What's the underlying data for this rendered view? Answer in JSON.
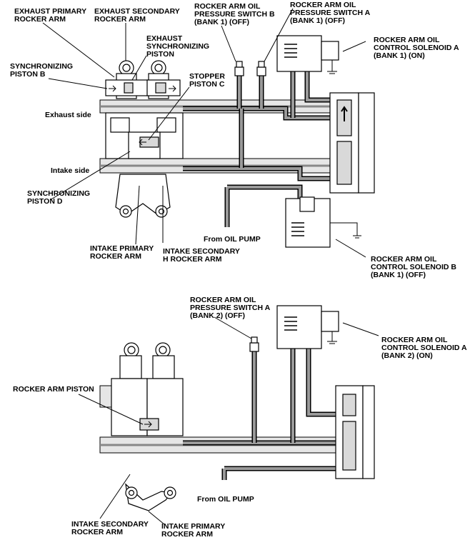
{
  "diagram": {
    "top": {
      "labels": {
        "exhaust_primary_1": "EXHAUST PRIMARY",
        "exhaust_primary_2": "ROCKER ARM",
        "exhaust_secondary_1": "EXHAUST SECONDARY",
        "exhaust_secondary_2": "ROCKER ARM",
        "exhaust_sync_1": "EXHAUST",
        "exhaust_sync_2": "SYNCHRONIZING",
        "exhaust_sync_3": "PISTON",
        "sync_b_1": "SYNCHRONIZING",
        "sync_b_2": "PISTON B",
        "stopper_c_1": "STOPPER",
        "stopper_c_2": "PISTON C",
        "exhaust_side": "Exhaust side",
        "intake_side": "Intake side",
        "sync_d_1": "SYNCHRONIZING",
        "sync_d_2": "PISTON D",
        "switch_b_1": "ROCKER ARM OIL",
        "switch_b_2": "PRESSURE SWITCH B",
        "switch_b_3": "(BANK 1) (OFF)",
        "switch_a_1": "ROCKER ARM OIL",
        "switch_a_2": "PRESSURE SWITCH A",
        "switch_a_3": "(BANK 1) (OFF)",
        "solenoid_a_1": "ROCKER ARM OIL",
        "solenoid_a_2": "CONTROL SOLENOID A",
        "solenoid_a_3": "(BANK 1) (ON)",
        "from_oil_pump": "From OIL PUMP",
        "intake_primary_1": "INTAKE PRIMARY",
        "intake_primary_2": "ROCKER ARM",
        "intake_secondary_1": "INTAKE SECONDARY",
        "intake_secondary_2": "H ROCKER ARM",
        "solenoid_b_1": "ROCKER ARM OIL",
        "solenoid_b_2": "CONTROL SOLENOID B",
        "solenoid_b_3": "(BANK 1) (OFF)"
      }
    },
    "bottom": {
      "labels": {
        "switch_a_1": "ROCKER ARM OIL",
        "switch_a_2": "PRESSURE SWITCH A",
        "switch_a_3": "(BANK 2) (OFF)",
        "solenoid_a_1": "ROCKER ARM OIL",
        "solenoid_a_2": "CONTROL SOLENOID A",
        "solenoid_a_3": "(BANK 2) (ON)",
        "rocker_arm_piston": "ROCKER ARM PISTON",
        "from_oil_pump": "From OIL PUMP",
        "intake_secondary_1": "INTAKE SECONDARY",
        "intake_secondary_2": "ROCKER ARM",
        "intake_primary_1": "INTAKE PRIMARY",
        "intake_primary_2": "ROCKER ARM"
      }
    }
  }
}
